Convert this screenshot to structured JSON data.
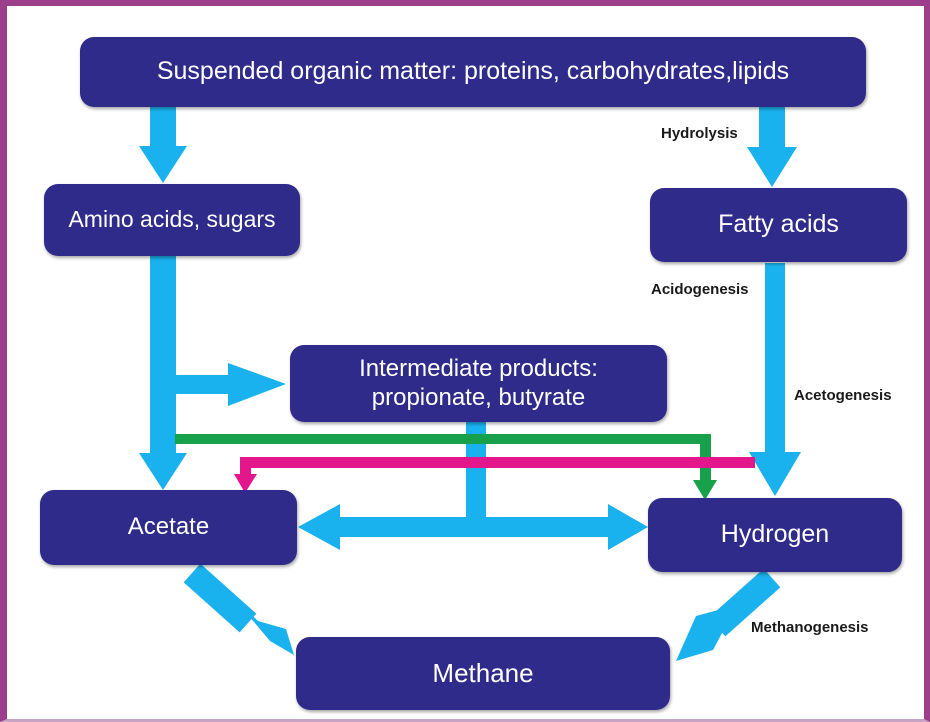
{
  "nodes": {
    "suspended": "Suspended organic matter: proteins, carbohydrates,lipids",
    "amino": "Amino acids, sugars",
    "fatty": "Fatty acids",
    "intermediate_line1": "Intermediate products:",
    "intermediate_line2": "propionate, butyrate",
    "acetate": "Acetate",
    "hydrogen": "Hydrogen",
    "methane": "Methane"
  },
  "labels": {
    "hydrolysis": "Hydrolysis",
    "acidogenesis": "Acidogenesis",
    "acetogenesis": "Acetogenesis",
    "methanogenesis": "Methanogenesis"
  },
  "colors": {
    "box": "#2e2b8a",
    "arrow_blue": "#1ab2ee",
    "arrow_green": "#16a14a",
    "arrow_magenta": "#e4168c",
    "frame": "#9b3f8c"
  }
}
